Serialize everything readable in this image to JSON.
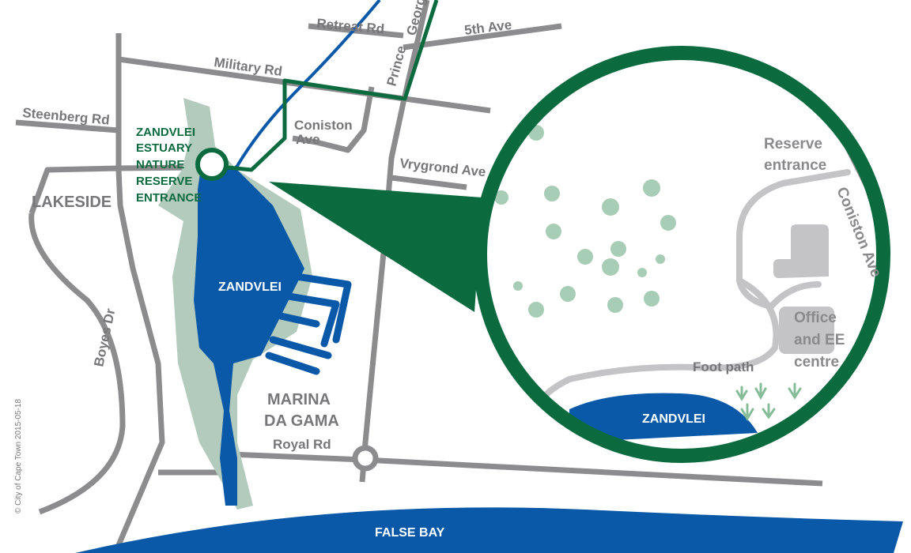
{
  "map": {
    "roads": {
      "retreat": "Retreat Rd",
      "prince_george_1": "Prince",
      "prince_george_2": "George",
      "fifth_ave": "5th Ave",
      "military": "Military Rd",
      "steenberg": "Steenberg Rd",
      "coniston_1": "Coniston",
      "coniston_2": "Ave",
      "vrygrond": "Vrygrond Ave",
      "boyes": "Boyes Dr",
      "royal": "Royal Rd"
    },
    "areas": {
      "lakeside": "LAKESIDE",
      "marina_1": "MARINA",
      "marina_2": "DA GAMA",
      "false_bay": "FALSE BAY",
      "zandvlei": "ZANDVLEI"
    },
    "reserve_entrance_lines": [
      "ZANDVLEI",
      "ESTUARY",
      "NATURE",
      "RESERVE",
      "ENTRANCE"
    ],
    "inset": {
      "reserve_entrance_1": "Reserve",
      "reserve_entrance_2": "entrance",
      "coniston_ave": "Coniston Ave",
      "office_1": "Office",
      "office_2": "and EE",
      "office_3": "centre",
      "foot_path": "Foot path",
      "zandvlei": "ZANDVLEI"
    },
    "credit": "© City of Cape Town  2015-05-18",
    "colors": {
      "road": "#8c8c8e",
      "water": "#0a58a8",
      "reserve_green": "#0b6b3f",
      "wetland": "#b3cbbd",
      "inset_path": "#c4c4c7"
    }
  }
}
